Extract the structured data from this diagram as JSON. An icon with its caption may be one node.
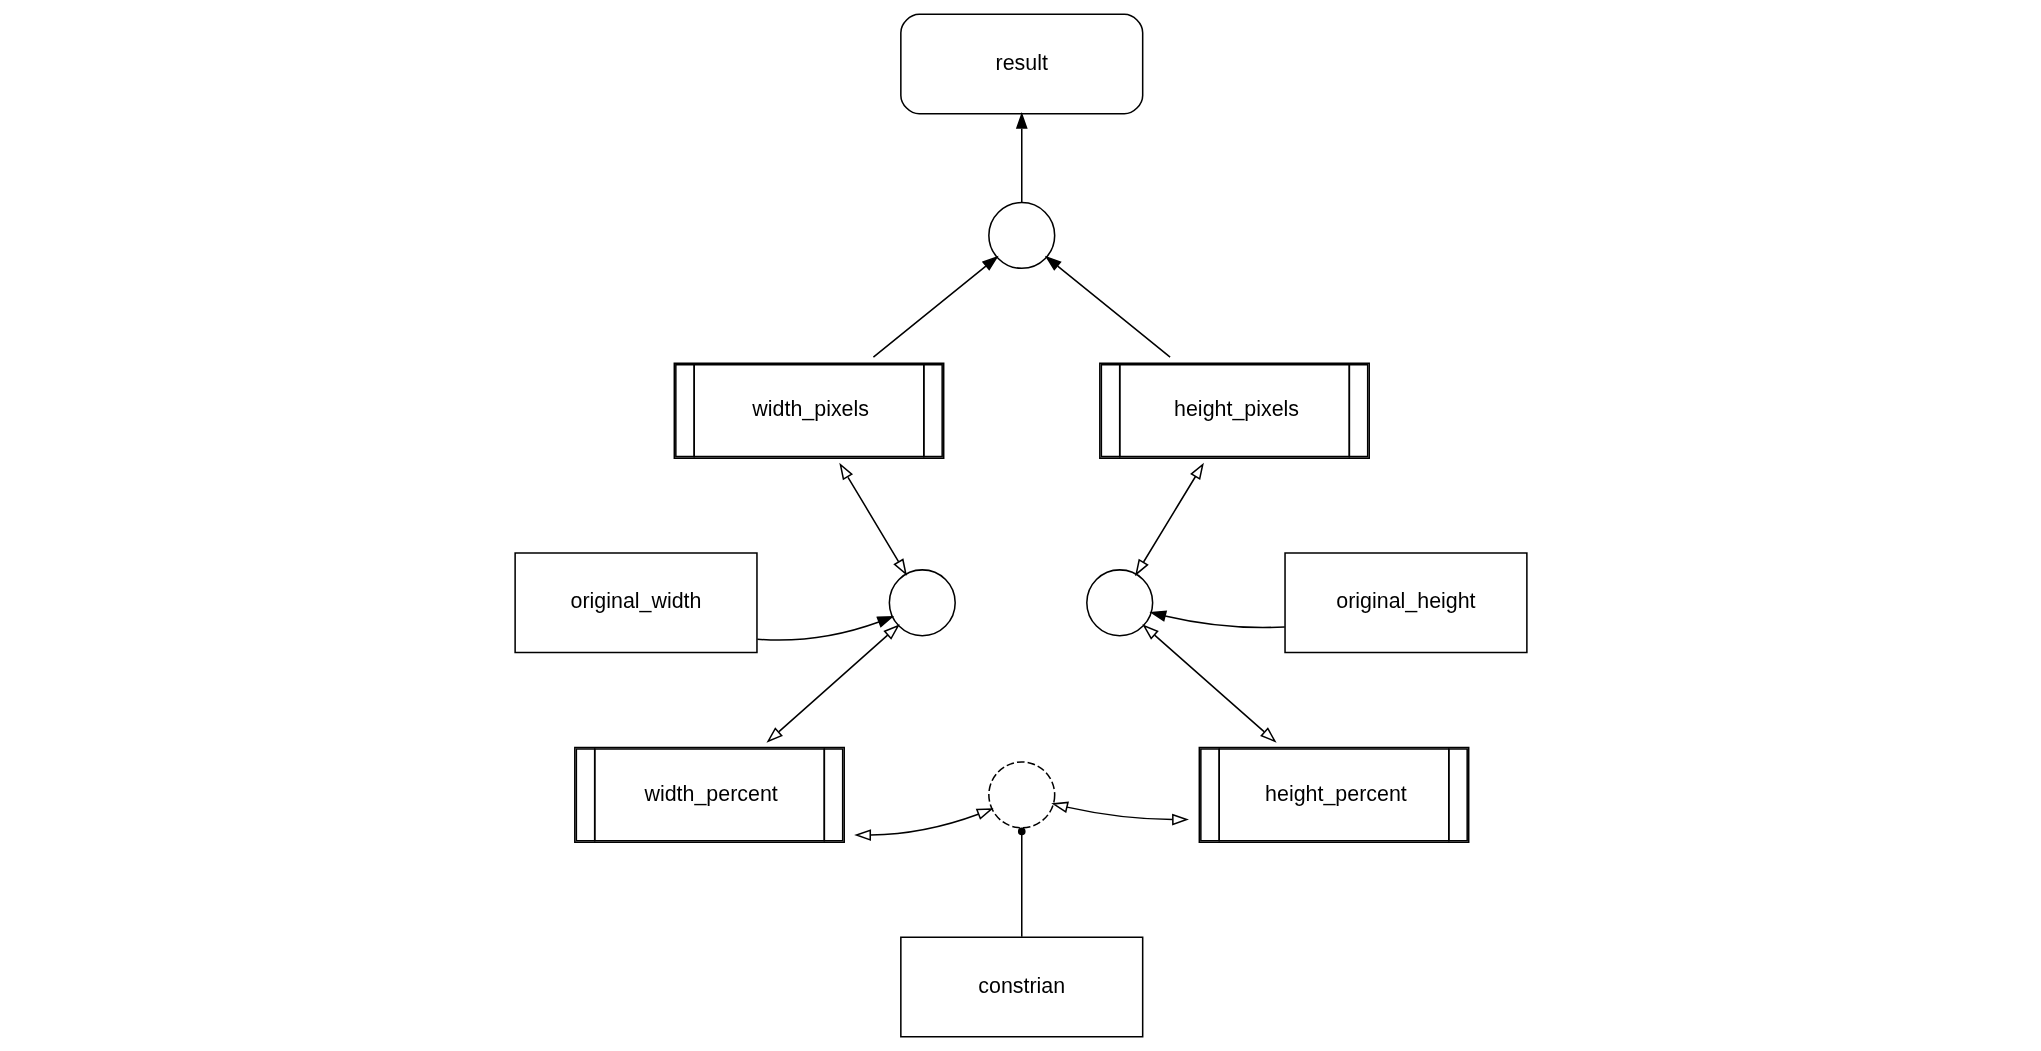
{
  "diagram": {
    "nodes": [
      {
        "text": [
          "result"
        ]
      },
      {
        "text": [],
        "shape": "circle"
      },
      {
        "text": [
          "width_pixels"
        ]
      },
      {
        "text": [
          "height_pixels"
        ]
      },
      {
        "text": [
          "original_width"
        ]
      },
      {
        "text": [],
        "shape": "circle"
      },
      {
        "text": [],
        "shape": "circle"
      },
      {
        "text": [
          "original_height"
        ]
      },
      {
        "text": [
          "width_percent"
        ]
      },
      {
        "text": [],
        "shape": "circle"
      },
      {
        "text": [
          "height_percent"
        ]
      },
      {
        "text": [
          "constrian"
        ]
      }
    ],
    "edges": [
      {
        "from": 1,
        "to": 0,
        "arrow": "to"
      },
      {
        "from": 2,
        "to": 1,
        "arrow": "to"
      },
      {
        "from": 3,
        "to": 1,
        "arrow": "to"
      },
      {
        "from": 5,
        "to": 2,
        "arrow": "both"
      },
      {
        "from": 8,
        "to": 5,
        "arrow": "both"
      },
      {
        "from": 4,
        "to": 5,
        "arrow": "to"
      },
      {
        "from": 7,
        "to": 6,
        "arrow": "to"
      },
      {
        "from": 6,
        "to": 3,
        "arrow": "both"
      },
      {
        "from": 10,
        "to": 6,
        "arrow": "both"
      },
      {
        "from": 8,
        "to": 9,
        "arrow": "both"
      },
      {
        "from": 9,
        "to": 10,
        "arrow": "both"
      },
      {
        "from": 11,
        "to": 9,
        "arrow": "other"
      }
    ]
  }
}
